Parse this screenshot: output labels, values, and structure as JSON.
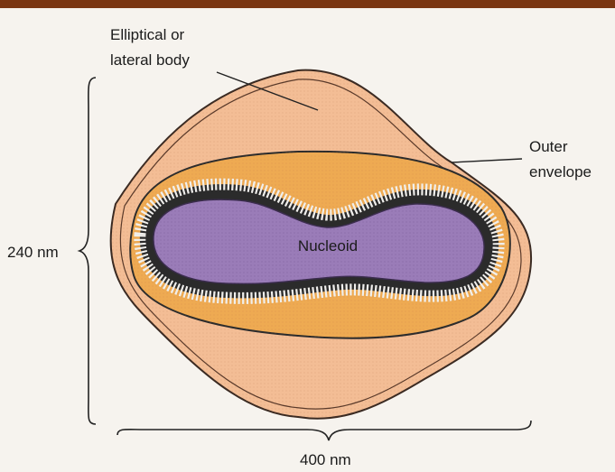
{
  "labels": {
    "elliptical_line1": "Elliptical or",
    "elliptical_line2": "lateral body",
    "outer_line1": "Outer",
    "outer_line2": "envelope",
    "nucleoid": "Nucleoid",
    "height": "240 nm",
    "width": "400 nm"
  },
  "colors": {
    "header_bar": "#7a3612",
    "outer_envelope": "#f3bd95",
    "lateral_body": "#eeaa52",
    "nucleoid": "#9a7cb8",
    "core_wall": "#2b2b2b"
  }
}
